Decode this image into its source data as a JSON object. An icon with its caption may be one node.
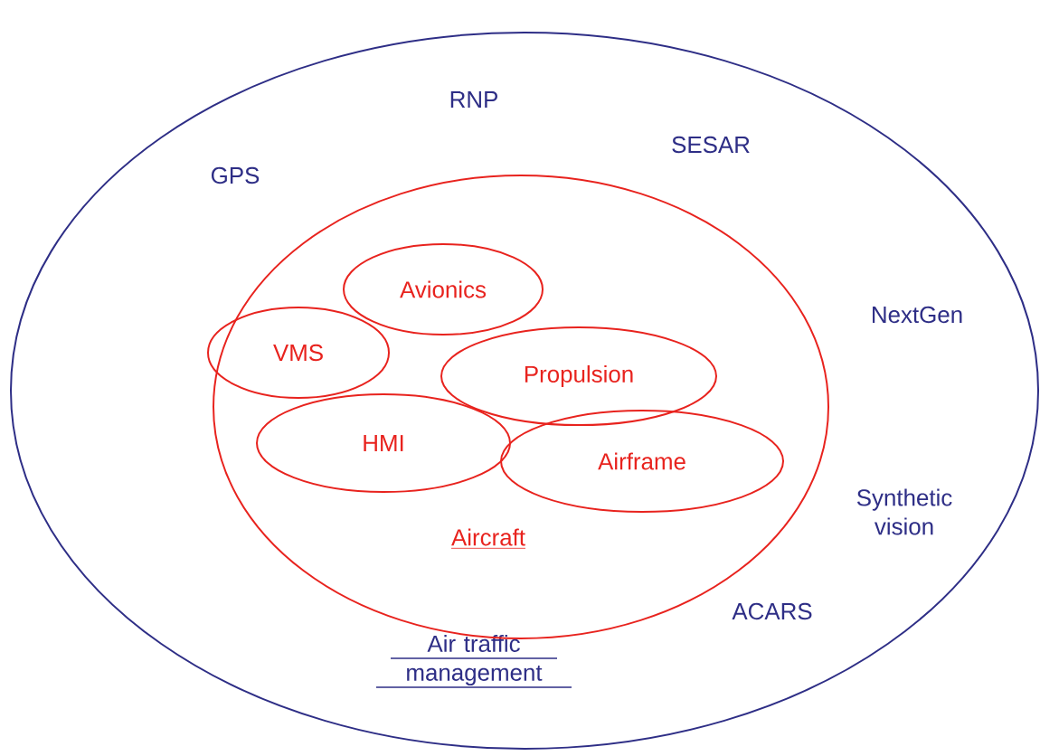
{
  "diagram": {
    "nodes": [
      {
        "text": [
          "Air traffic management"
        ]
      },
      {
        "text": [
          "Aircraft"
        ],
        "in": 0
      },
      {
        "text": [
          "Avionics"
        ],
        "in": 1
      },
      {
        "text": [
          "VMS"
        ],
        "in": 1
      },
      {
        "text": [
          "Propulsion"
        ],
        "in": 1
      },
      {
        "text": [
          "HMI"
        ],
        "in": 1
      },
      {
        "text": [
          "Airframe"
        ],
        "in": 1
      }
    ],
    "labels": [
      "RNP",
      "SESAR",
      "GPS",
      "NextGen",
      "Synthetic vision",
      "ACARS"
    ]
  }
}
